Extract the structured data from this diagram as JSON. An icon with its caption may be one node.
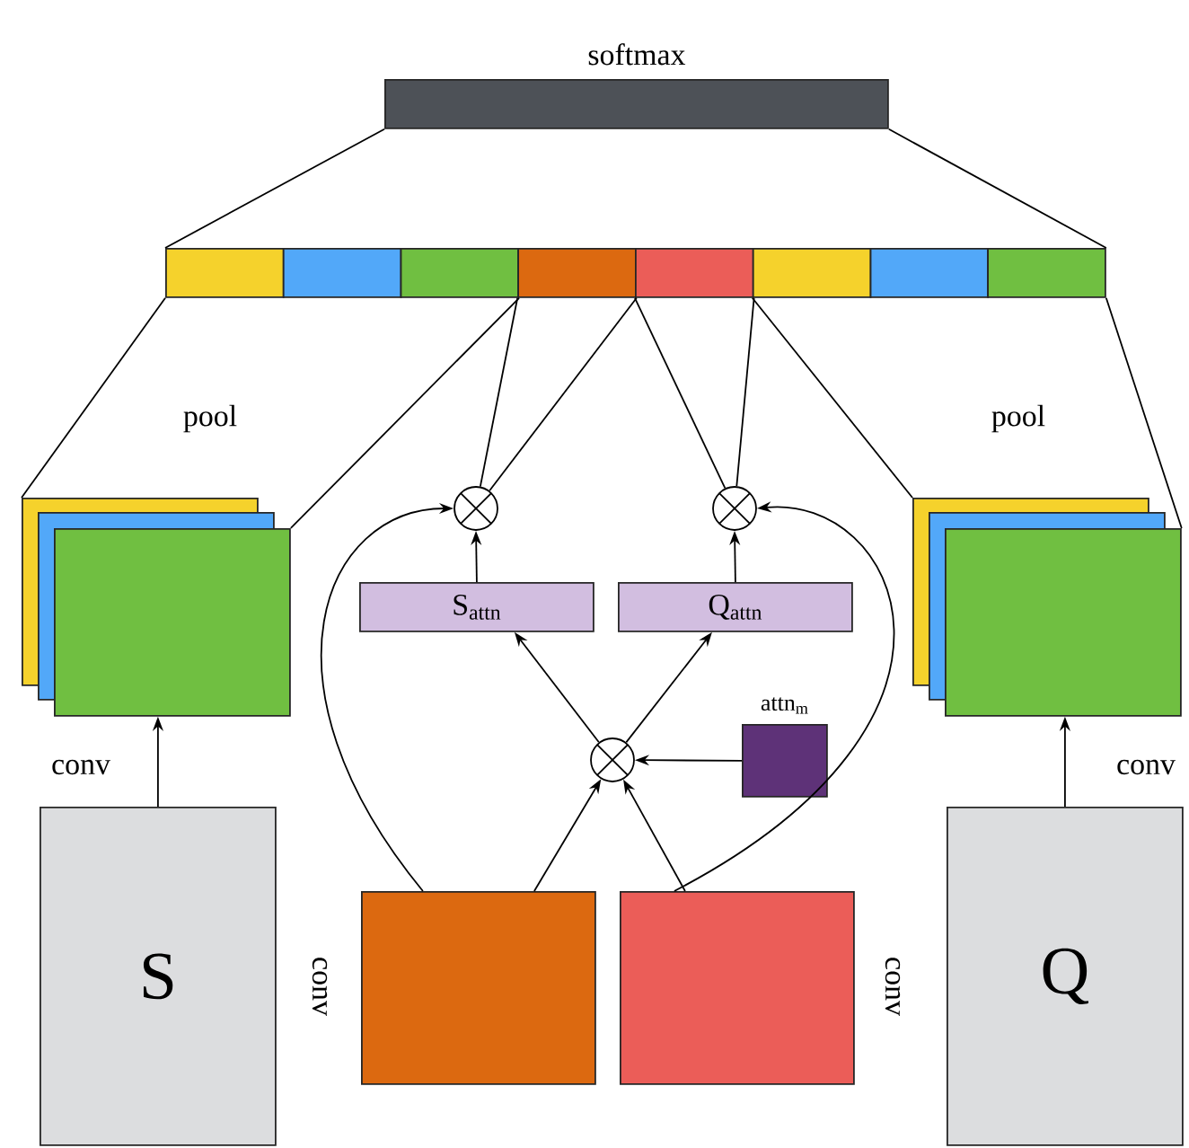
{
  "diagram": {
    "nodes": [
      {
        "text": [
          "softmax"
        ]
      },
      {
        "text": [],
        "shape": "box"
      },
      {
        "text": [],
        "shape": "box"
      },
      {
        "text": [],
        "shape": "box"
      },
      {
        "text": [],
        "shape": "box"
      },
      {
        "text": [],
        "shape": "box"
      },
      {
        "text": [],
        "shape": "box"
      },
      {
        "text": [],
        "shape": "box"
      },
      {
        "text": [],
        "shape": "box"
      },
      {
        "text": [],
        "shape": "box"
      },
      {
        "text": [],
        "shape": "box"
      },
      {
        "text": [],
        "shape": "box"
      },
      {
        "text": [],
        "shape": "circle"
      },
      {
        "text": [],
        "shape": "circle"
      },
      {
        "text": [],
        "shape": "box"
      },
      {
        "text": [],
        "shape": "box"
      },
      {
        "text": [],
        "shape": "box"
      },
      {
        "text": [
          "S$_{attn}$"
        ]
      },
      {
        "text": [
          "Q$_{attn}$"
        ]
      },
      {
        "text": [],
        "shape": "circle"
      },
      {
        "text": [
          "attn$_{m}$"
        ]
      },
      {
        "text": [
          "S"
        ]
      },
      {
        "text": [],
        "shape": "box"
      },
      {
        "text": [],
        "shape": "box"
      },
      {
        "text": [
          "Q"
        ]
      }
    ],
    "edges": [
      {
        "from": 0,
        "to": 1,
        "arrow": "none"
      },
      {
        "from": 0,
        "to": 8,
        "arrow": "none"
      },
      {
        "from": 1,
        "to": 9,
        "arrow": "none"
      },
      {
        "from": 3,
        "to": 11,
        "arrow": "none"
      },
      {
        "from": 6,
        "to": 14,
        "arrow": "none"
      },
      {
        "from": 8,
        "to": 16,
        "arrow": "none"
      },
      {
        "from": 4,
        "to": 12,
        "arrow": "none"
      },
      {
        "from": 4,
        "to": 12,
        "arrow": "none"
      },
      {
        "from": 5,
        "to": 13,
        "arrow": "none"
      },
      {
        "from": 5,
        "to": 13,
        "arrow": "none"
      },
      {
        "from": 17,
        "to": 12,
        "arrow": "to"
      },
      {
        "from": 18,
        "to": 13,
        "arrow": "to"
      },
      {
        "from": 19,
        "to": 17,
        "arrow": "to"
      },
      {
        "from": 19,
        "to": 18,
        "arrow": "to"
      },
      {
        "from": 20,
        "to": 19,
        "arrow": "to"
      },
      {
        "from": 22,
        "to": 19,
        "arrow": "to"
      },
      {
        "from": 23,
        "to": 19,
        "arrow": "to"
      },
      {
        "from": 22,
        "to": 12,
        "arrow": "to"
      },
      {
        "from": 23,
        "to": 13,
        "arrow": "to"
      },
      {
        "from": 21,
        "to": 11,
        "arrow": "to"
      },
      {
        "from": 24,
        "to": 16,
        "arrow": "to"
      }
    ],
    "labels": [
      "pool",
      "pool",
      "conv",
      "conv",
      "conv",
      "conv"
    ]
  }
}
